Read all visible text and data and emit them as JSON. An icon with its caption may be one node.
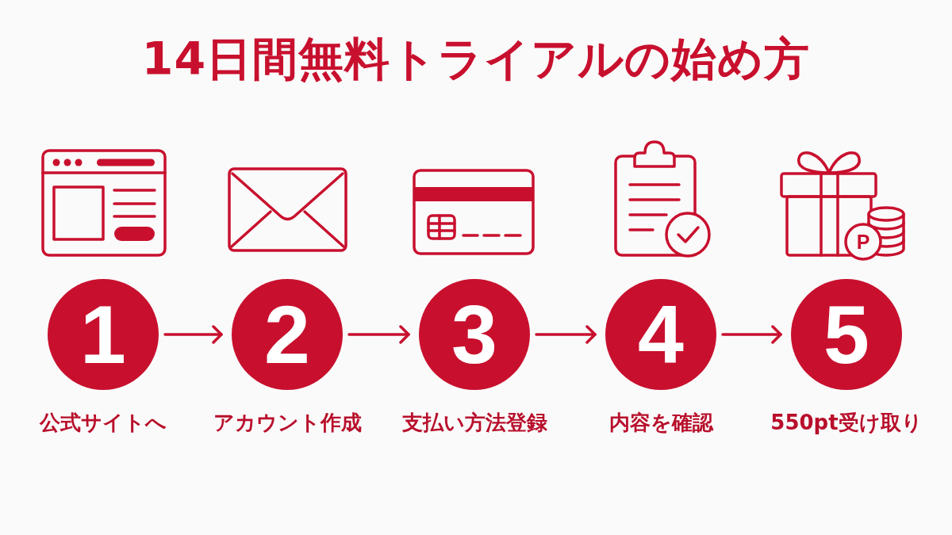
{
  "diagram": {
    "title": "14日間無料トライアルの始め方",
    "nodes": [
      {
        "text": [
          "1"
        ],
        "beside": [
          "公式サイトへ"
        ]
      },
      {
        "text": [
          "2"
        ],
        "beside": [
          "アカウント作成"
        ]
      },
      {
        "text": [
          "3"
        ],
        "beside": [
          "支払い方法登録"
        ]
      },
      {
        "text": [
          "4"
        ],
        "beside": [
          "内容を確認"
        ]
      },
      {
        "text": [
          "5"
        ],
        "beside": [
          "550pt受け取り"
        ]
      }
    ],
    "edges": [
      {
        "from": 0,
        "to": 1,
        "arrow": "to"
      },
      {
        "from": 1,
        "to": 2,
        "arrow": "to"
      },
      {
        "from": 2,
        "to": 3,
        "arrow": "to"
      },
      {
        "from": 3,
        "to": 4,
        "arrow": "to"
      }
    ],
    "labels": [
      "P"
    ]
  }
}
